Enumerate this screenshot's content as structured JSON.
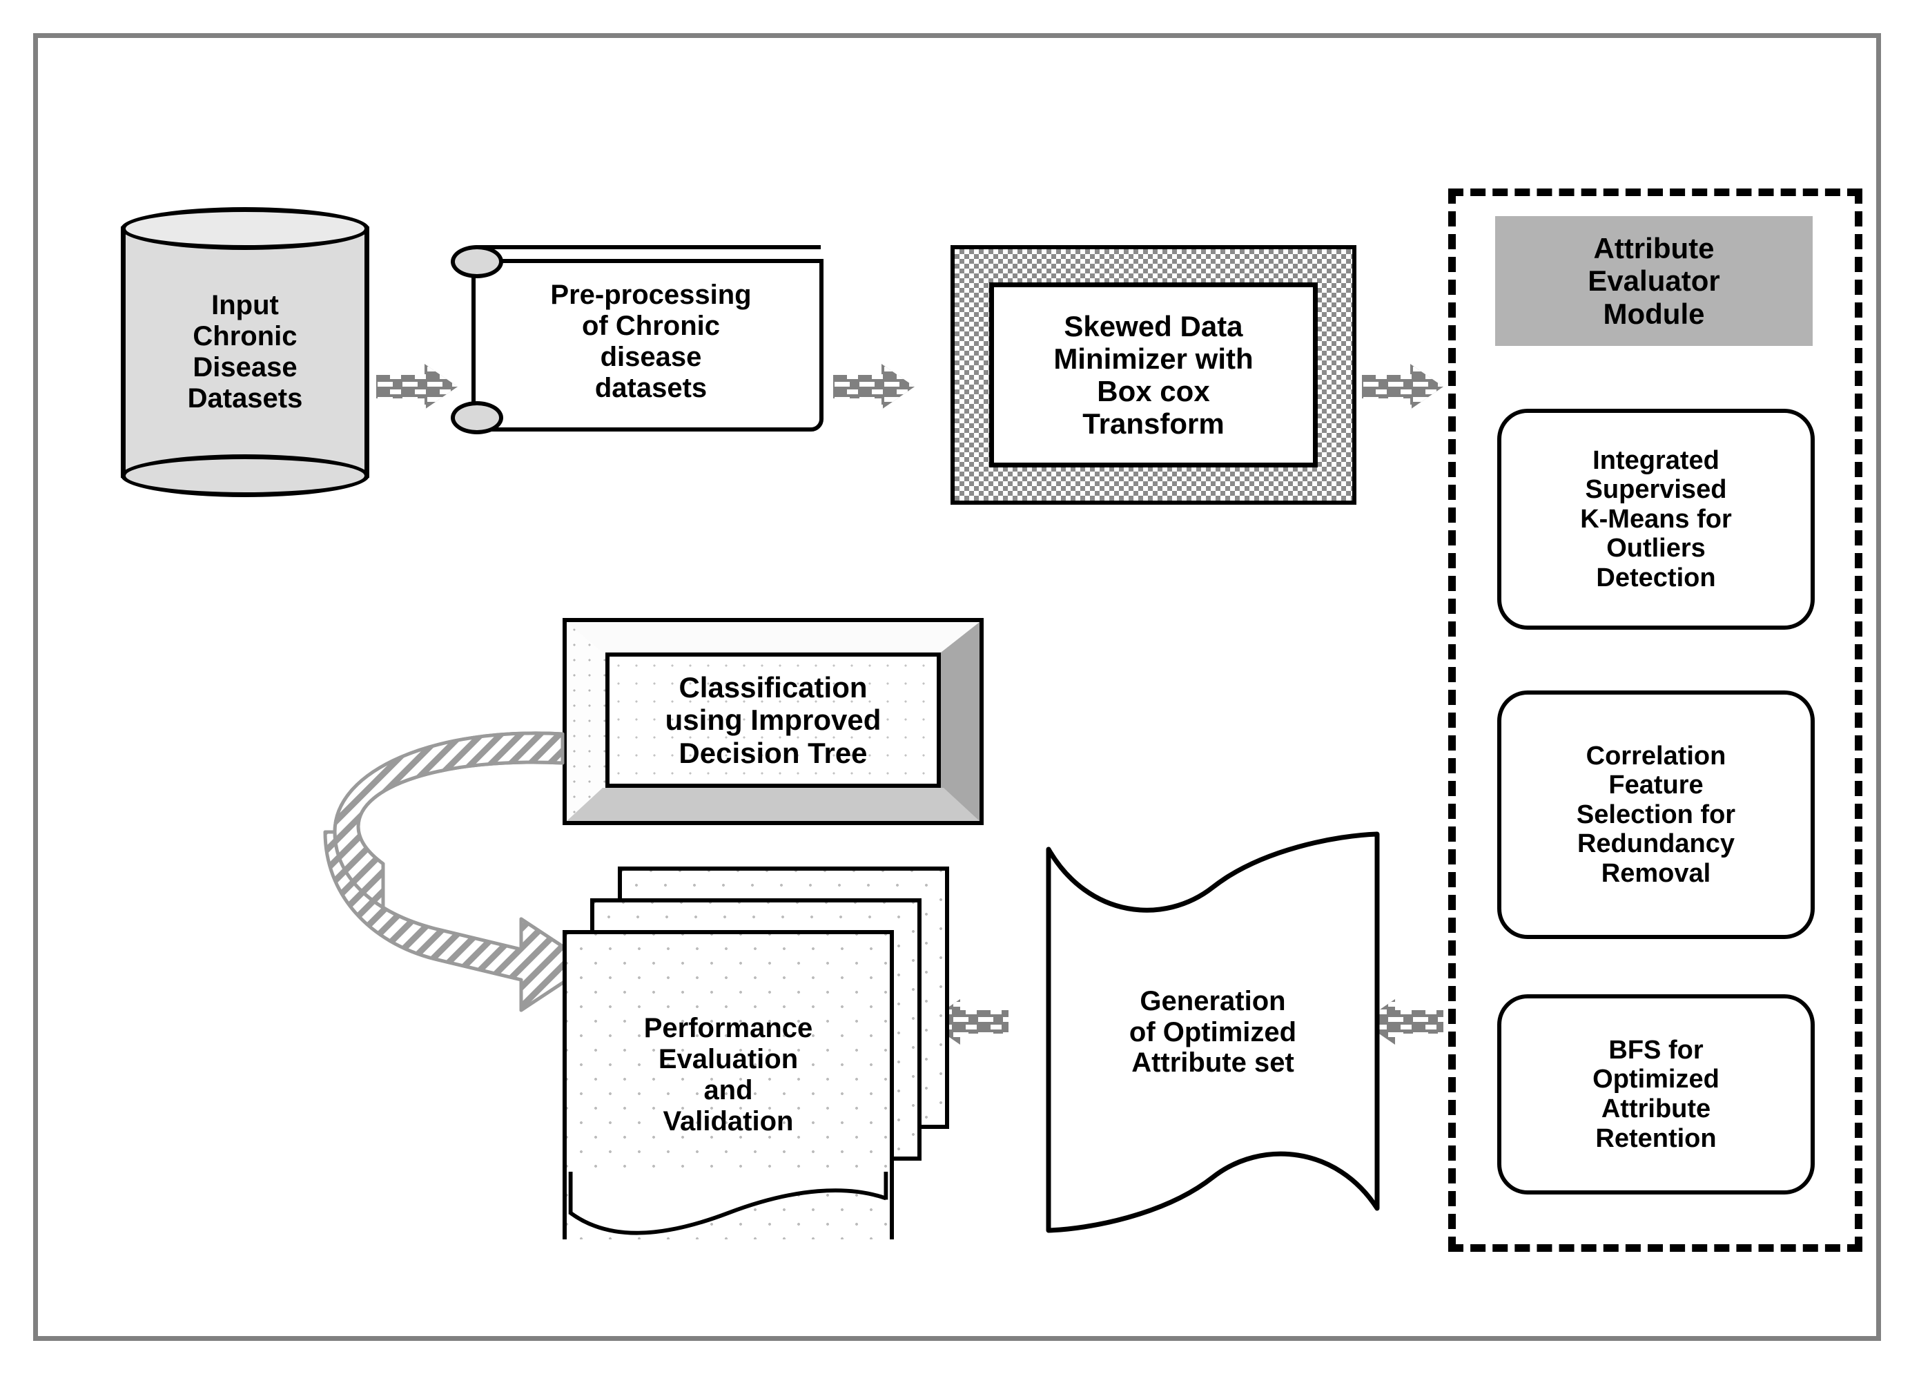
{
  "diagram": {
    "title": "Chronic disease classification pipeline flowchart",
    "frame_border_color": "#808080",
    "arrow_color": "#808080",
    "arrow_dash_color": "#ffffff",
    "accent_gray": "#b3b3b3"
  },
  "nodes": {
    "input_datasets": {
      "label": "Input\nChronic\nDisease\nDatasets",
      "shape": "cylinder",
      "fill": "#dcdcdc"
    },
    "preprocessing": {
      "label": "Pre-processing\nof Chronic\ndisease\ndatasets",
      "shape": "scroll",
      "fill": "#ffffff"
    },
    "skewed_minimizer": {
      "label": "Skewed Data\nMinimizer with\nBox cox\nTransform",
      "shape": "framed-box",
      "fill": "#ffffff"
    },
    "attribute_module_title": {
      "label": "Attribute\nEvaluator\nModule",
      "shape": "rectangle",
      "fill": "#b3b3b3"
    },
    "kmeans_outliers": {
      "label": "Integrated\nSupervised\nK-Means for\nOutliers\nDetection",
      "shape": "rounded-rect",
      "fill": "#ffffff"
    },
    "correlation_fs": {
      "label": "Correlation\nFeature\nSelection for\nRedundancy\nRemoval",
      "shape": "rounded-rect",
      "fill": "#ffffff"
    },
    "bfs_retention": {
      "label": "BFS for\nOptimized\nAttribute\nRetention",
      "shape": "rounded-rect",
      "fill": "#ffffff"
    },
    "generation_attr": {
      "label": "Generation\nof Optimized\nAttribute set",
      "shape": "wave-document",
      "fill": "#ffffff"
    },
    "performance_eval": {
      "label": "Performance\nEvaluation\nand\nValidation",
      "shape": "multi-document",
      "fill": "#ffffff"
    },
    "classification": {
      "label": "Classification\nusing Improved\nDecision Tree",
      "shape": "3d-frame",
      "fill": "#ffffff"
    }
  },
  "edges": [
    {
      "from": "input_datasets",
      "to": "preprocessing",
      "direction": "right",
      "style": "block-dashed"
    },
    {
      "from": "preprocessing",
      "to": "skewed_minimizer",
      "direction": "right",
      "style": "block-dashed"
    },
    {
      "from": "skewed_minimizer",
      "to": "attribute_module",
      "direction": "right",
      "style": "block-dashed"
    },
    {
      "from": "attribute_module",
      "to": "generation_attr",
      "direction": "left",
      "style": "block-dashed"
    },
    {
      "from": "generation_attr",
      "to": "performance_eval",
      "direction": "left",
      "style": "block-dashed"
    },
    {
      "from": "classification",
      "to": "performance_eval",
      "direction": "u-turn",
      "style": "hatched-curved"
    }
  ]
}
